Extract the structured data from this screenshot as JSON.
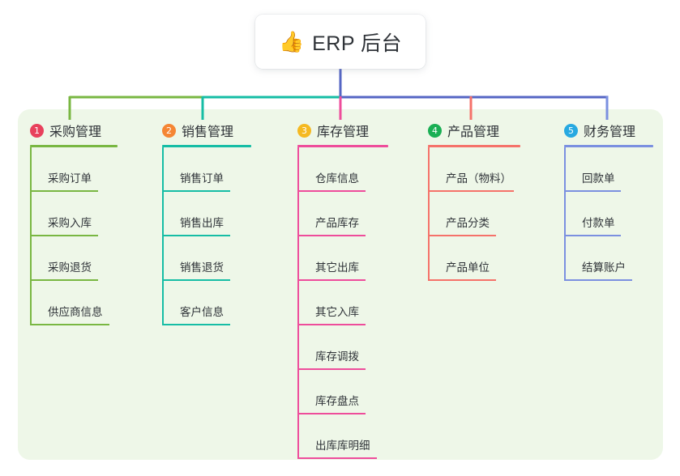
{
  "diagram": {
    "type": "mindmap",
    "root": {
      "icon": "thumbs-up-emoji",
      "emoji": "👍",
      "title": "ERP 后台"
    },
    "panel_color": "#eef7e8",
    "columns": [
      {
        "number": "1",
        "title": "采购管理",
        "badge_color": "#e8415c",
        "line_color": "#79b742",
        "items": [
          {
            "label": "采购订单"
          },
          {
            "label": "采购入库"
          },
          {
            "label": "采购退货"
          },
          {
            "label": "供应商信息"
          }
        ]
      },
      {
        "number": "2",
        "title": "销售管理",
        "badge_color": "#f58634",
        "line_color": "#16bda5",
        "items": [
          {
            "label": "销售订单"
          },
          {
            "label": "销售出库"
          },
          {
            "label": "销售退货"
          },
          {
            "label": "客户信息"
          }
        ]
      },
      {
        "number": "3",
        "title": "库存管理",
        "badge_color": "#f5b921",
        "line_color": "#ee4d9b",
        "items": [
          {
            "label": "仓库信息"
          },
          {
            "label": "产品库存"
          },
          {
            "label": "其它出库"
          },
          {
            "label": "其它入库"
          },
          {
            "label": "库存调拨"
          },
          {
            "label": "库存盘点"
          },
          {
            "label": "出库库明细"
          }
        ]
      },
      {
        "number": "4",
        "title": "产品管理",
        "badge_color": "#1aaf54",
        "line_color": "#f5726a",
        "items": [
          {
            "label": "产品（物料）"
          },
          {
            "label": "产品分类"
          },
          {
            "label": "产品单位"
          }
        ]
      },
      {
        "number": "5",
        "title": "财务管理",
        "badge_color": "#27a9e1",
        "line_color": "#7b90e0",
        "items": [
          {
            "label": "回款单"
          },
          {
            "label": "付款单"
          },
          {
            "label": "结算账户"
          }
        ]
      }
    ],
    "connector": {
      "stem_color": "#5566c4",
      "bar_segments": [
        {
          "color": "#79b742"
        },
        {
          "color": "#16bda5"
        },
        {
          "color": "#5566c4"
        }
      ]
    }
  }
}
